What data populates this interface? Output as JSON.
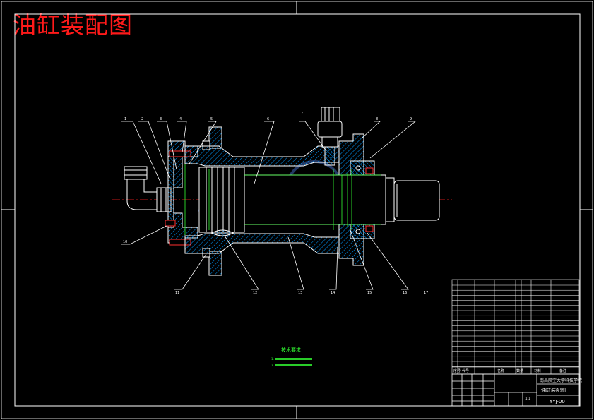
{
  "drawing": {
    "title": "油缸装配图",
    "tech_requirements": {
      "heading": "技术要求",
      "items": [
        "1.",
        "2."
      ]
    },
    "callouts": [
      "1",
      "2",
      "3",
      "4",
      "5",
      "6",
      "7",
      "8",
      "9",
      "10",
      "11",
      "12",
      "13",
      "14",
      "15",
      "16",
      "17"
    ],
    "title_block": {
      "school": "南昌航空大学科技学院",
      "drawing_name": "油缸装配图",
      "drawing_no": "YYJ-00",
      "scale": "1:1",
      "header_labels": [
        "序号",
        "代号",
        "名称",
        "数量",
        "材料",
        "备注"
      ]
    }
  },
  "colors": {
    "background": "#000000",
    "line": "#ffffff",
    "hatch": "#0099ff",
    "center_line": "#ff2020",
    "dimension": "#33ff33",
    "title": "#ff1a1a"
  }
}
